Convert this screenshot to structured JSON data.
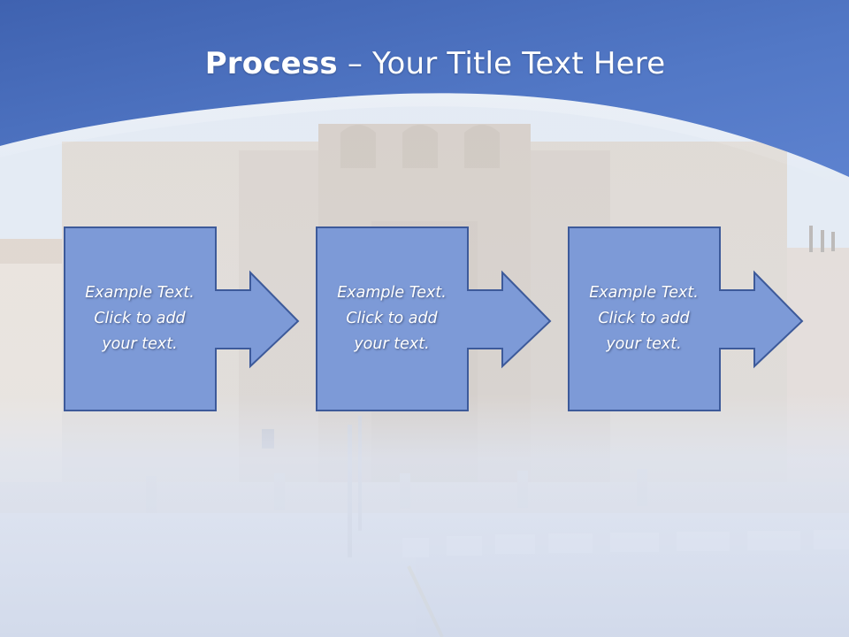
{
  "slide": {
    "title_bold": "Process",
    "title_rest": " – Your Title Text Here"
  },
  "steps": [
    {
      "line1": "Example Text.",
      "line2": "Click  to add",
      "line3": "your text."
    },
    {
      "line1": "Example Text.",
      "line2": "Click  to add",
      "line3": "your text."
    },
    {
      "line1": "Example Text.",
      "line2": "Click  to add",
      "line3": "your text."
    }
  ],
  "colors": {
    "header_blue": "#4f74c4",
    "box_fill": "#7d9ad7",
    "box_border": "#3d5a9a",
    "sky": "#dde6f2"
  }
}
